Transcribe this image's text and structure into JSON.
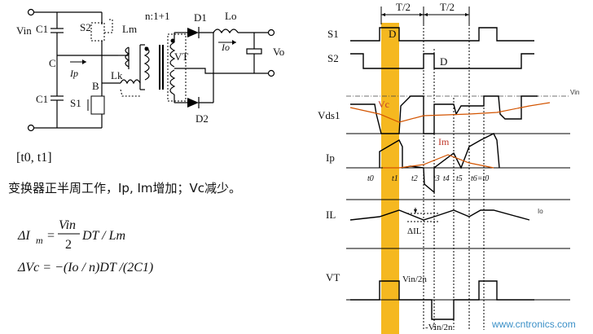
{
  "circuit": {
    "vin_label": "Vin",
    "c1_top_label": "C1",
    "c1_bottom_label": "C1",
    "node_c_label": "C",
    "s2_label": "S2",
    "s1_label": "S1",
    "lm_label": "Lm",
    "lk_label": "Lk",
    "ip_label": "Ip",
    "node_b_label": "B",
    "ratio_label": "n:1+1",
    "vt_label": "VT",
    "d1_label": "D1",
    "d2_label": "D2",
    "lo_label": "Lo",
    "io_label": "Io",
    "vo_label": "Vo"
  },
  "text": {
    "interval": "[t0, t1]",
    "description": "变换器正半周工作，Ip, Im增加；Vc减少。",
    "eq1_lhs": "ΔI",
    "eq1_sub": "m",
    "eq1_num": "Vin",
    "eq1_den": "2",
    "eq1_tail": "DT / Lm",
    "eq2": "ΔVc = −(Io / n)DT /(2C1)"
  },
  "waveforms": {
    "period_labels": [
      "T/2",
      "T/2"
    ],
    "row_labels": [
      "S1",
      "S2",
      "Vds1",
      "Ip",
      "IL",
      "VT"
    ],
    "d_labels": [
      "D",
      "D"
    ],
    "vin_tag": "Vin",
    "vc_tag": "Vc",
    "im_tag": "Im",
    "io_tag": "Io",
    "delta_il": "ΔIL",
    "vin2n_pos": "Vin/2n",
    "vin2n_neg": "-Vin/2n",
    "time_ticks": [
      "t0",
      "t1",
      "t2",
      "t3",
      "t4",
      "t5",
      "t6=t0"
    ]
  },
  "watermark": "www.cntronics.com",
  "colors": {
    "highlight": "#f5b820",
    "vc_trace": "#d35400",
    "watermark": "#3a8fc7"
  }
}
